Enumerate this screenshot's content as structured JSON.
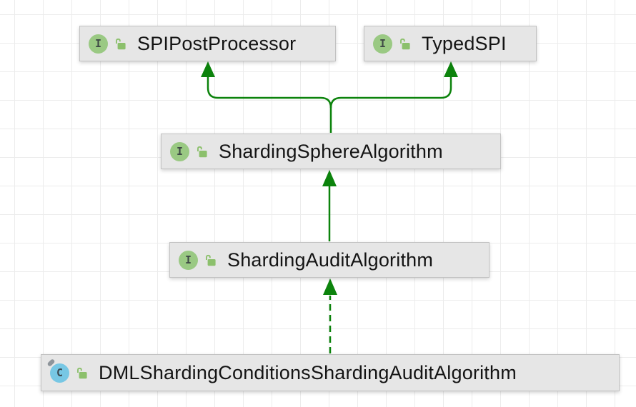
{
  "diagram": {
    "kind": "uml-class-diagram",
    "nodes": [
      {
        "id": "spi-post-processor",
        "label": "SPIPostProcessor",
        "type": "interface",
        "icon": "interface-icon",
        "icon_letter": "I",
        "visibility_icon": "unlocked-icon"
      },
      {
        "id": "typed-spi",
        "label": "TypedSPI",
        "type": "interface",
        "icon": "interface-icon",
        "icon_letter": "I",
        "visibility_icon": "unlocked-icon"
      },
      {
        "id": "sharding-sphere-algorithm",
        "label": "ShardingSphereAlgorithm",
        "type": "interface",
        "icon": "interface-icon",
        "icon_letter": "I",
        "visibility_icon": "unlocked-icon"
      },
      {
        "id": "sharding-audit-algorithm",
        "label": "ShardingAuditAlgorithm",
        "type": "interface",
        "icon": "interface-icon",
        "icon_letter": "I",
        "visibility_icon": "unlocked-icon"
      },
      {
        "id": "dml-sharding-conditions-sharding-audit-algorithm",
        "label": "DMLShardingConditionsShardingAuditAlgorithm",
        "type": "final-class",
        "icon": "class-icon",
        "icon_letter": "C",
        "visibility_icon": "unlocked-icon"
      }
    ],
    "edges": [
      {
        "from": "ShardingSphereAlgorithm",
        "to": "SPIPostProcessor",
        "line": "solid",
        "relation": "extends",
        "arrowhead": "filled-triangle"
      },
      {
        "from": "ShardingSphereAlgorithm",
        "to": "TypedSPI",
        "line": "solid",
        "relation": "extends",
        "arrowhead": "filled-triangle"
      },
      {
        "from": "ShardingAuditAlgorithm",
        "to": "ShardingSphereAlgorithm",
        "line": "solid",
        "relation": "extends",
        "arrowhead": "filled-triangle"
      },
      {
        "from": "DMLShardingConditionsShardingAuditAlgorithm",
        "to": "ShardingAuditAlgorithm",
        "line": "dashed",
        "relation": "implements",
        "arrowhead": "filled-triangle"
      }
    ],
    "colors": {
      "edge_green": "#0c830c",
      "node_background": "#e6e6e6",
      "node_border": "#c2c2c2",
      "interface_icon_background": "#9ac983",
      "class_icon_background": "#77c7e4",
      "icon_letter": "#3f4a46",
      "lock_green": "#8cc06c",
      "final_pin_gray": "#8e959b",
      "grid_line": "#ececec",
      "canvas_background": "#ffffff",
      "label_text": "#141414"
    }
  }
}
